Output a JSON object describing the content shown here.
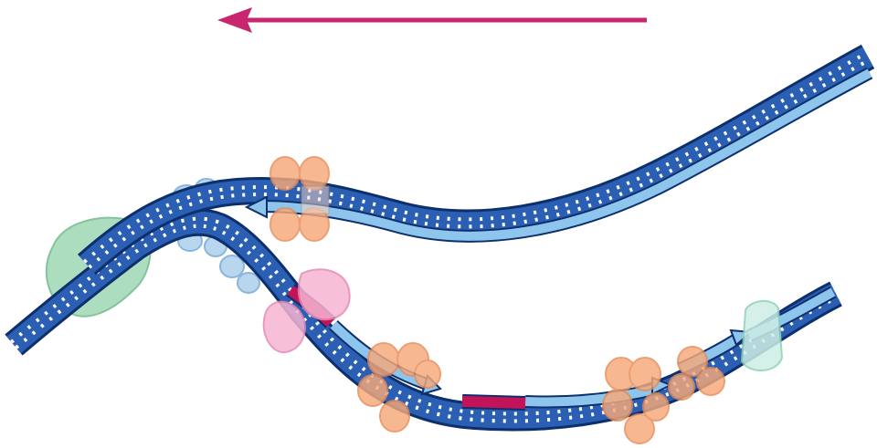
{
  "diagram": {
    "direction_arrow": {
      "points": "left",
      "color": "#c8266e"
    },
    "colors": {
      "template_strand": "#1f4fa0",
      "template_outline": "#0d2f6b",
      "new_strand": "#7fb8e6",
      "new_strand_outline": "#0d2f6b",
      "base_teeth": "#ffffff",
      "primer": "#c3145a",
      "polymerase": "#f6a97a",
      "polymerase_edge": "#e78a55",
      "helicase": "#8fd0a6",
      "primase": "#f49ac2",
      "ssb_protein": "#a9cbe8",
      "ligase": "#bfe6dc"
    },
    "elements": [
      "direction-arrow",
      "leading-strand-duplex",
      "lagging-strand-duplex",
      "parental-duplex-left",
      "helicase",
      "single-strand-binding-proteins",
      "primase",
      "rna-primer-1",
      "rna-primer-2",
      "dna-polymerase-leading",
      "dna-polymerase-lagging-1",
      "dna-polymerase-lagging-2",
      "dna-polymerase-lagging-3",
      "dna-ligase"
    ]
  }
}
